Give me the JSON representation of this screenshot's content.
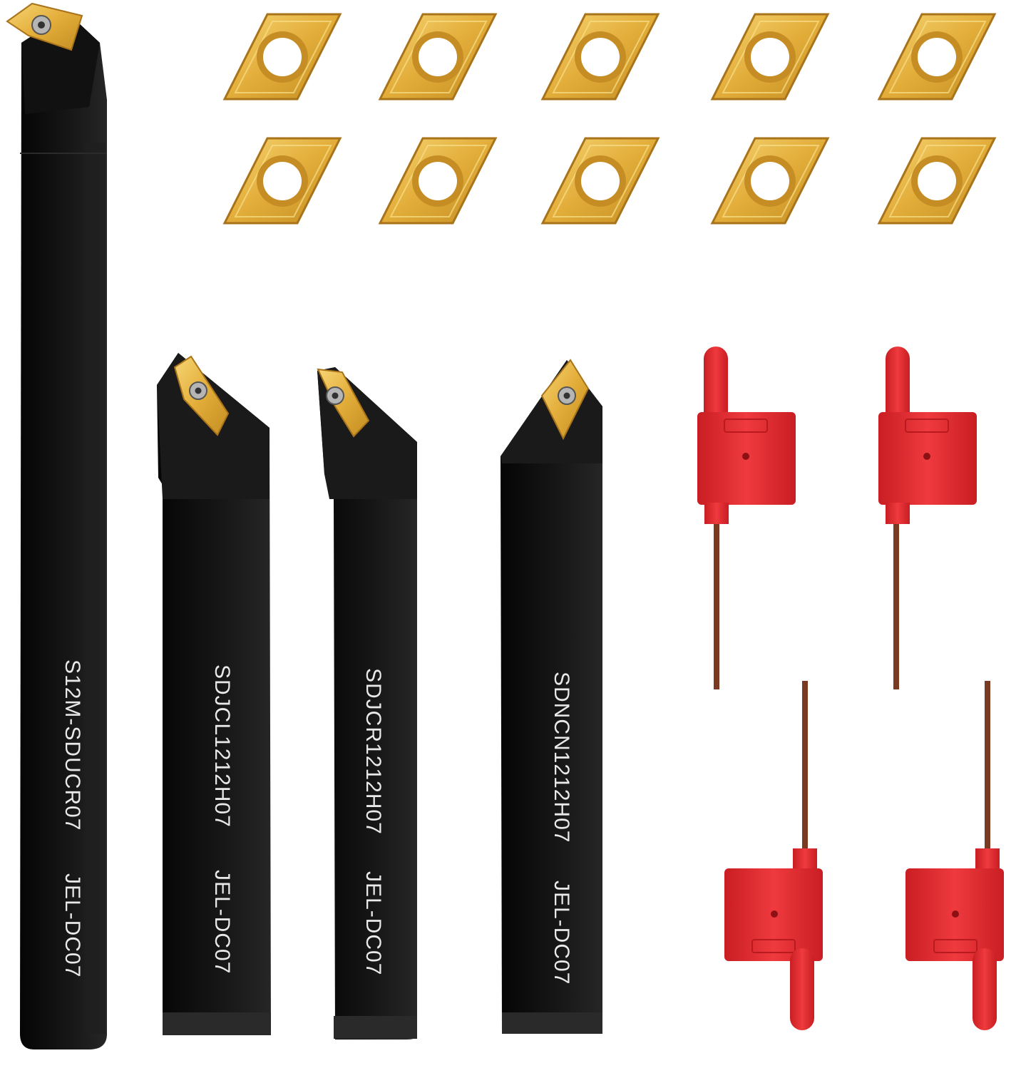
{
  "colors": {
    "background": "#ffffff",
    "holder_body": "#0d0d0d",
    "holder_face": "#1e1e1e",
    "insert_gold": "#e3ad3a",
    "insert_light": "#f3cf6a",
    "insert_dark": "#b47c18",
    "wrench_red": "#e3262b",
    "wrench_dark": "#b81a1f",
    "wrench_shaft": "#7a3a22",
    "print": "#e9e9e9"
  },
  "inserts": {
    "count": 10,
    "rows": 2,
    "per_row": 5,
    "shape": "rhombus-55-degree",
    "icon": "carbide-insert-icon"
  },
  "holders": [
    {
      "model": "S12M-SDUCR07",
      "insert_code": "JEL-DC07"
    },
    {
      "model": "SDJCL1212H07",
      "insert_code": "JEL-DC07"
    },
    {
      "model": "SDJCR1212H07",
      "insert_code": "JEL-DC07"
    },
    {
      "model": "SDNCN1212H07",
      "insert_code": "JEL-DC07"
    }
  ],
  "wrenches": {
    "count": 4,
    "icon": "torx-flag-wrench-icon"
  }
}
